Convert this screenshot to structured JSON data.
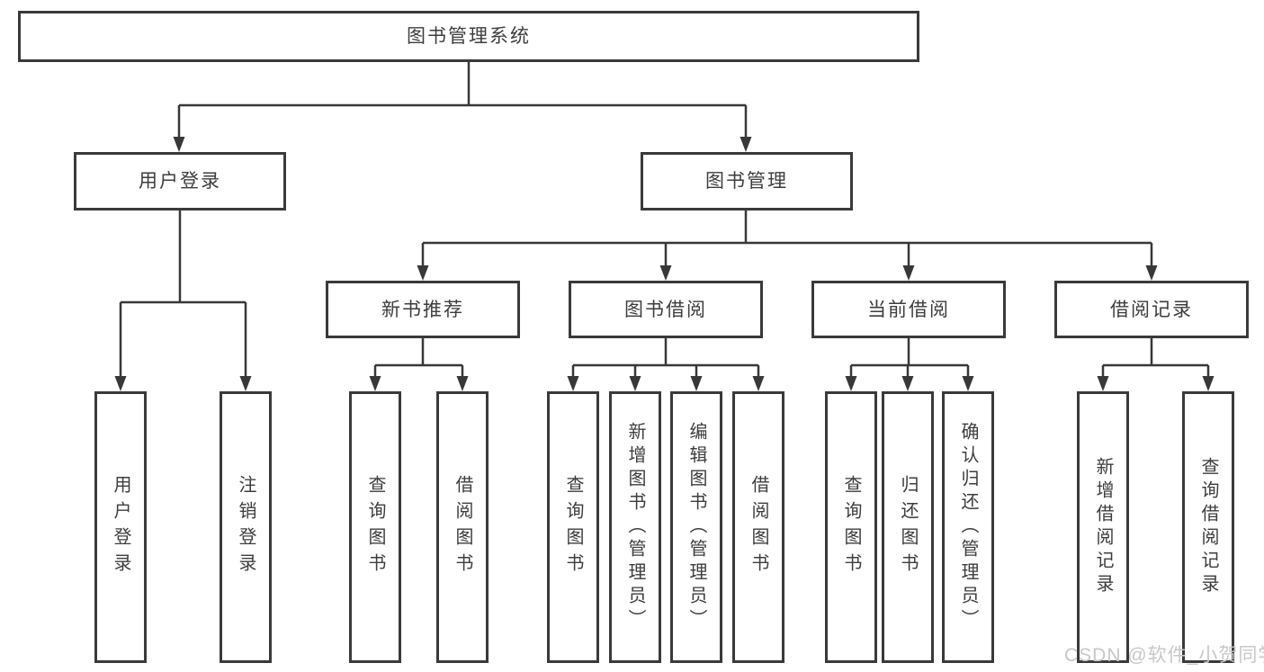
{
  "diagram_type": "hierarchy-tree",
  "tree": {
    "label": "图书管理系统",
    "children": [
      {
        "label": "用户登录",
        "children": [
          {
            "label": "用户登录"
          },
          {
            "label": "注销登录"
          }
        ]
      },
      {
        "label": "图书管理",
        "children": [
          {
            "label": "新书推荐",
            "children": [
              {
                "label": "查询图书"
              },
              {
                "label": "借阅图书"
              }
            ]
          },
          {
            "label": "图书借阅",
            "children": [
              {
                "label": "查询图书"
              },
              {
                "label": "新增图书（管理员）"
              },
              {
                "label": "编辑图书（管理员）"
              },
              {
                "label": "借阅图书"
              }
            ]
          },
          {
            "label": "当前借阅",
            "children": [
              {
                "label": "查询图书"
              },
              {
                "label": "归还图书"
              },
              {
                "label": "确认归还（管理员）"
              }
            ]
          },
          {
            "label": "借阅记录",
            "children": [
              {
                "label": "新增借阅记录"
              },
              {
                "label": "查询借阅记录"
              }
            ]
          }
        ]
      }
    ]
  },
  "watermark": {
    "text": "CSDN @软件_小贺同学"
  },
  "colors": {
    "box_border": "#3a3a3a",
    "connector_line": "#383838",
    "text": "#3d3d3d",
    "background": "#ffffff",
    "watermark": "#c8c8c8"
  }
}
